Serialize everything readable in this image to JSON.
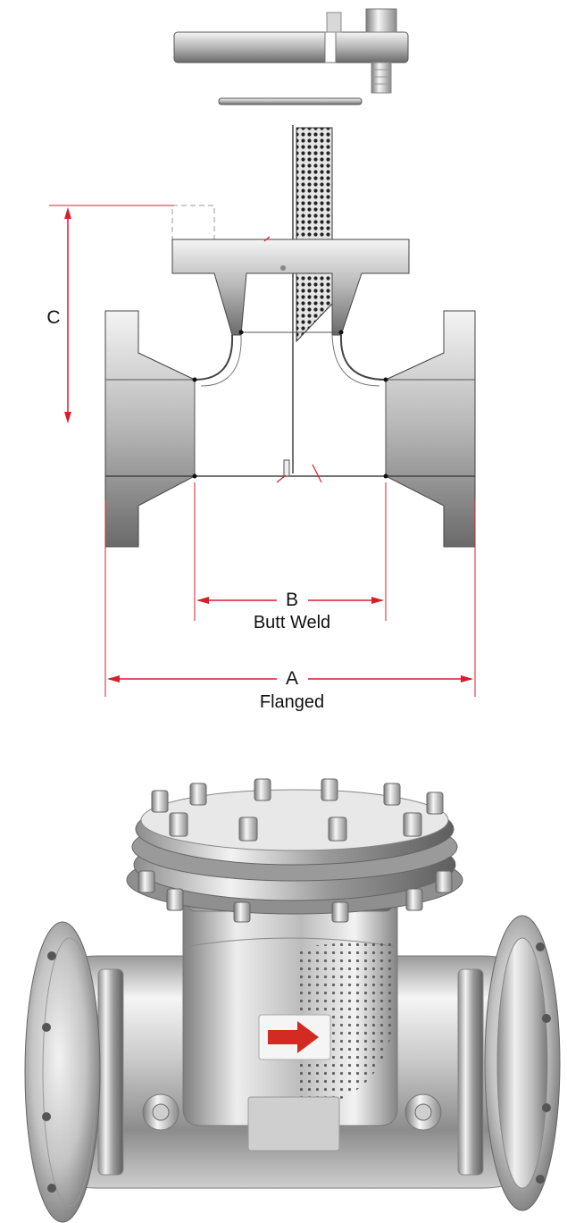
{
  "dimensions": {
    "a": {
      "letter": "A",
      "caption": "Flanged"
    },
    "b": {
      "letter": "B",
      "caption": "Butt Weld"
    },
    "c": {
      "letter": "C"
    }
  },
  "colors": {
    "dimension_line": "#d61f2c",
    "outline": "#2a2a2a",
    "steel_light": "#f1f1f1",
    "steel_mid": "#b9b9b9",
    "steel_dark": "#6e6e6e",
    "flow_arrow": "#d32a22"
  },
  "icons": {
    "flow_direction": "arrow-right-icon"
  }
}
